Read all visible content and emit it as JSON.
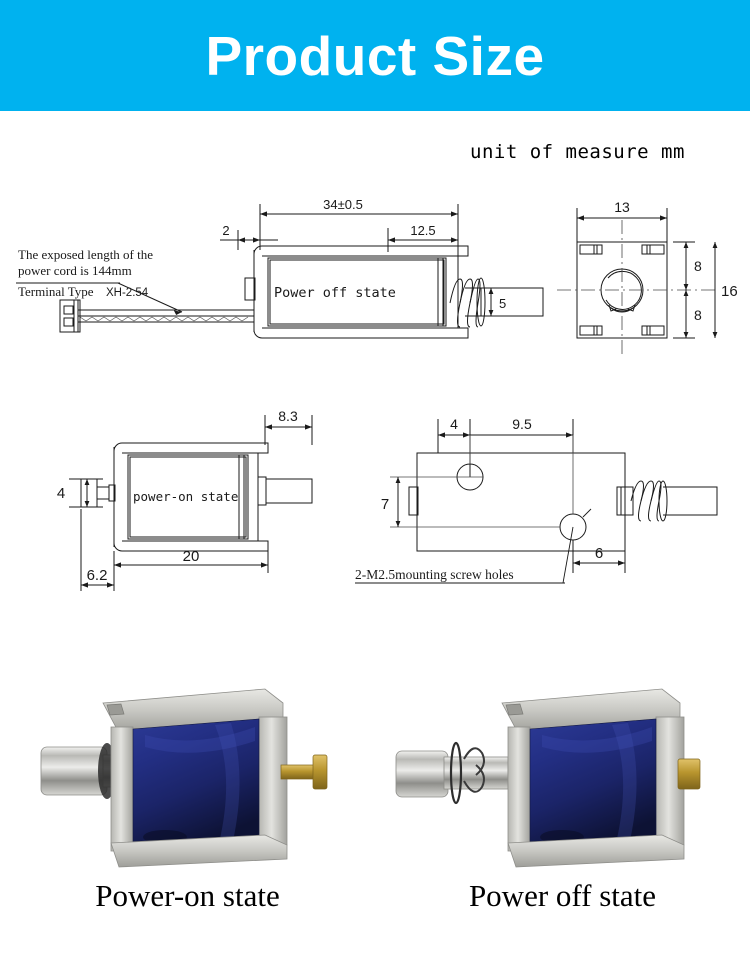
{
  "header": {
    "title": "Product Size",
    "background_color": "#00b2ef",
    "text_color": "#ffffff"
  },
  "unit_note": "unit of measure mm",
  "drawings": {
    "top_left_side_view": {
      "name": "power-off side view",
      "body_label": "Power off state",
      "annotation_line1": "The exposed length of the",
      "annotation_line2": "power cord is 144mm",
      "annotation_line3_a": "Terminal Type ",
      "annotation_line3_b": "XH-2.54",
      "dimensions": {
        "overall_length": "34±0.5",
        "bracket_offset": "2",
        "plunger_extension": "12.5",
        "plunger_diameter": "5"
      }
    },
    "top_right_front_view": {
      "name": "front view",
      "dimensions": {
        "width": "13",
        "half_height_top": "8",
        "half_height_bottom": "8",
        "total_height": "16"
      }
    },
    "bottom_left_side_view": {
      "name": "power-on side view",
      "body_label": "power-on state",
      "dimensions": {
        "body_depth": "8.3",
        "rear_pin_height": "4",
        "body_length": "20",
        "rear_pin_length": "6.2"
      }
    },
    "bottom_right_top_view": {
      "name": "top view with mounting holes",
      "callout": "2-M2.5mounting screw holes",
      "dimensions": {
        "hole_offset_a": "4",
        "hole_spacing": "9.5",
        "hole_edge_height": "7",
        "hole_offset_b": "6"
      }
    }
  },
  "photos": [
    {
      "caption": "Power-on state",
      "frame_color": "#c9c9c4",
      "coil_color": "#1e2a7a",
      "plunger_color": "#c5c5c3",
      "pin_color": "#b8952e"
    },
    {
      "caption": "Power off state",
      "frame_color": "#c9c9c4",
      "coil_color": "#1e2a7a",
      "plunger_color": "#c5c5c3",
      "pin_color": "#b8952e"
    }
  ]
}
